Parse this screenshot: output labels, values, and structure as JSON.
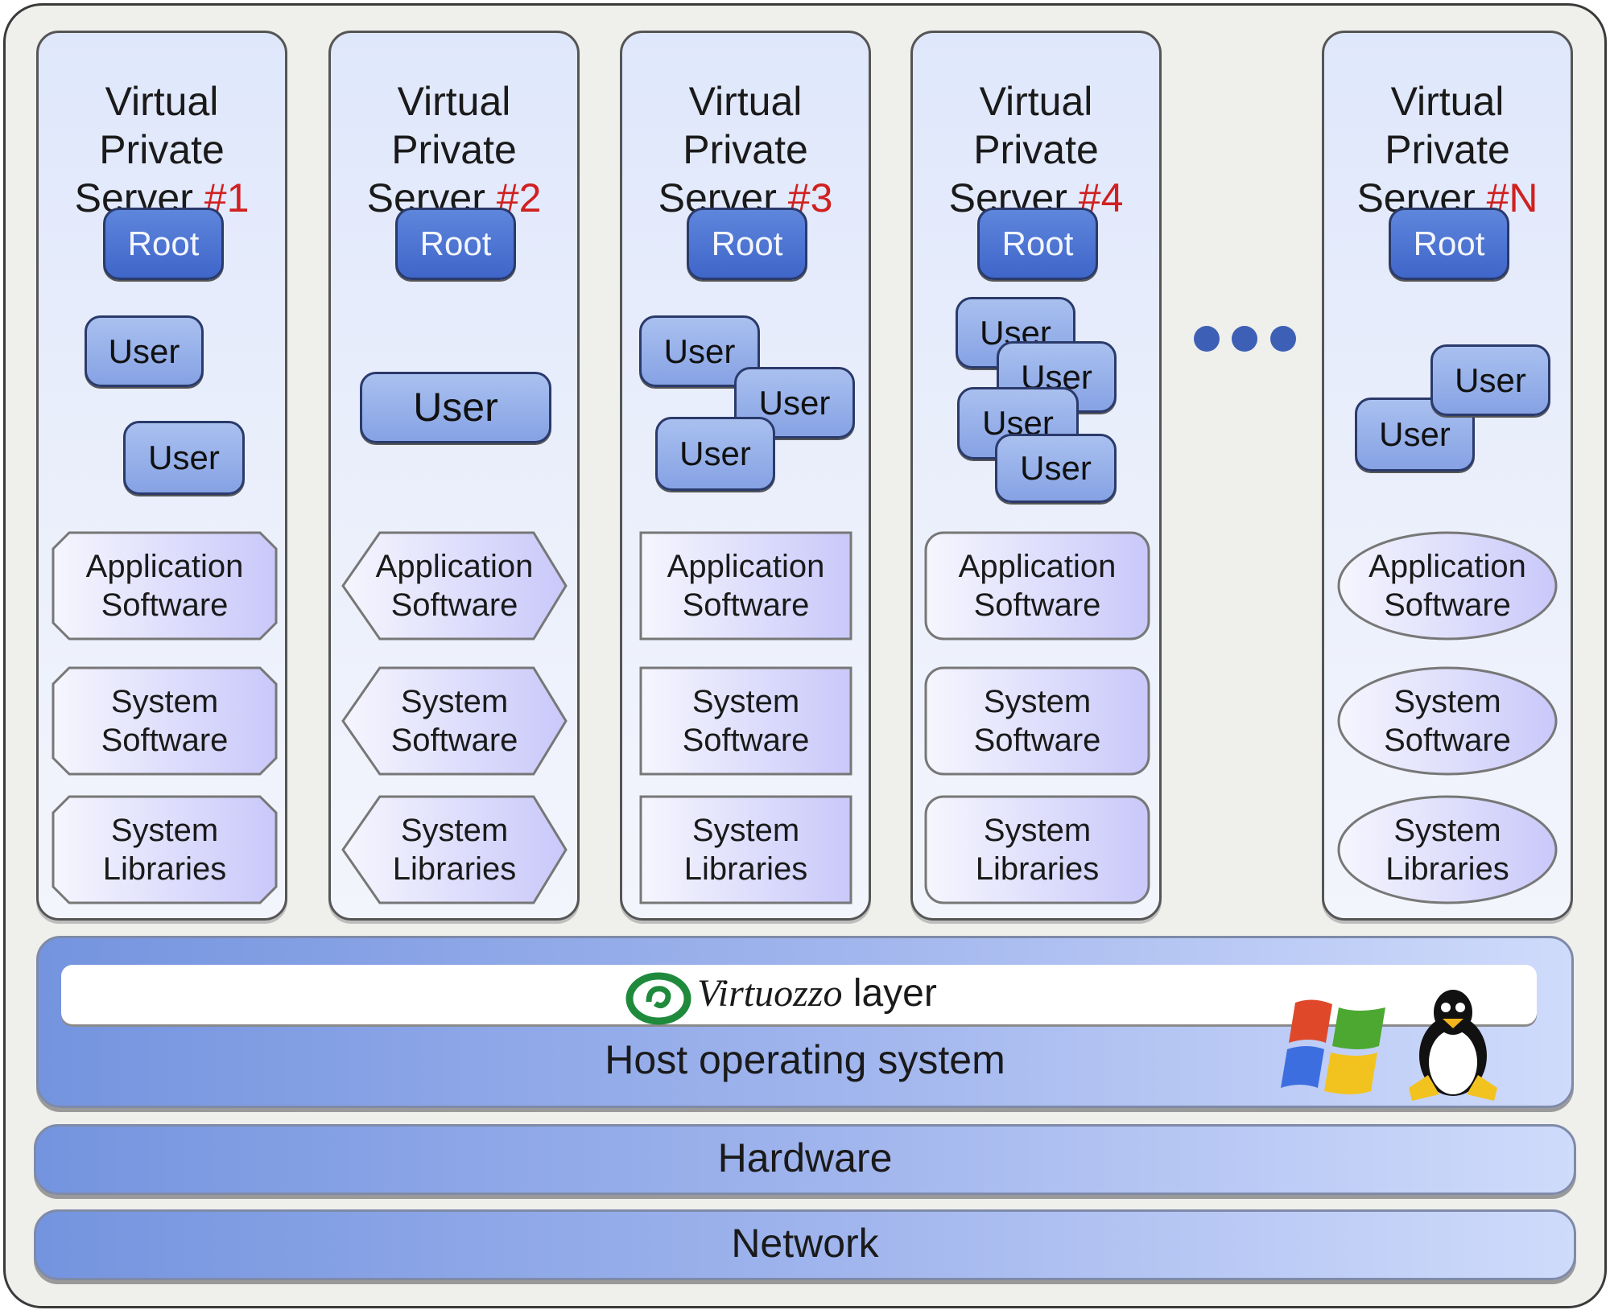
{
  "servers": [
    {
      "title_lines": [
        "Virtual",
        "Private",
        "Server"
      ],
      "number": "#1",
      "root": "Root",
      "users": [
        "User",
        "User"
      ],
      "layer_shape": "rounded-bevel",
      "layers": [
        [
          "Application",
          "Software"
        ],
        [
          "System",
          "Software"
        ],
        [
          "System",
          "Libraries"
        ]
      ]
    },
    {
      "title_lines": [
        "Virtual",
        "Private",
        "Server"
      ],
      "number": "#2",
      "root": "Root",
      "users": [
        "User"
      ],
      "layer_shape": "hexagon",
      "layers": [
        [
          "Application",
          "Software"
        ],
        [
          "System",
          "Software"
        ],
        [
          "System",
          "Libraries"
        ]
      ]
    },
    {
      "title_lines": [
        "Virtual",
        "Private",
        "Server"
      ],
      "number": "#3",
      "root": "Root",
      "users": [
        "User",
        "User",
        "User"
      ],
      "layer_shape": "rectangle",
      "layers": [
        [
          "Application",
          "Software"
        ],
        [
          "System",
          "Software"
        ],
        [
          "System",
          "Libraries"
        ]
      ]
    },
    {
      "title_lines": [
        "Virtual",
        "Private",
        "Server"
      ],
      "number": "#4",
      "root": "Root",
      "users": [
        "User",
        "User",
        "User",
        "User"
      ],
      "layer_shape": "rounded",
      "layers": [
        [
          "Application",
          "Software"
        ],
        [
          "System",
          "Software"
        ],
        [
          "System",
          "Libraries"
        ]
      ]
    },
    {
      "title_lines": [
        "Virtual",
        "Private",
        "Server"
      ],
      "number": "#N",
      "root": "Root",
      "users": [
        "User",
        "User"
      ],
      "layer_shape": "ellipse",
      "layers": [
        [
          "Application",
          "Software"
        ],
        [
          "System",
          "Software"
        ],
        [
          "System",
          "Libraries"
        ]
      ]
    }
  ],
  "ellipsis_icon": "more-dots",
  "host": {
    "virtuozzo_brand": "Virtuozzo",
    "virtuozzo_suffix": "layer",
    "label": "Host operating system",
    "os_icons": [
      "windows-logo",
      "linux-tux"
    ]
  },
  "hardware": "Hardware",
  "network": "Network",
  "colors": {
    "accent_red": "#d02020",
    "root_blue": "#3f66c9",
    "user_blue": "#86a2e4",
    "virtuozzo_green": "#1f8a3c"
  }
}
